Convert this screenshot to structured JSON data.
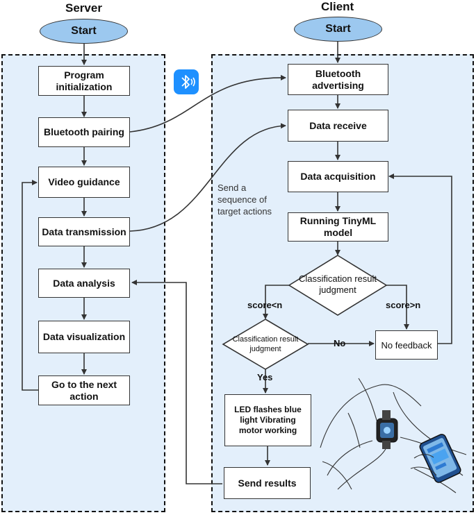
{
  "server": {
    "title": "Server",
    "start": "Start",
    "steps": [
      "Program initialization",
      "Bluetooth pairing",
      "Video guidance",
      "Data transmission",
      "Data analysis",
      "Data visualization",
      "Go to the next action"
    ]
  },
  "client": {
    "title": "Client",
    "start": "Start",
    "steps": [
      "Bluetooth advertising",
      "Data receive",
      "Data acquisition",
      "Running TinyML model"
    ],
    "decision1": "Classification result judgment",
    "decision2": "Classification result judgment",
    "score_lt": "score<n",
    "score_gt": "score>n",
    "no_label": "No",
    "yes_label": "Yes",
    "no_feedback": "No feedback",
    "led_box": "LED flashes blue light Vibrating motor working",
    "send_results": "Send results"
  },
  "send_sequence_note": "Send a sequence of target actions",
  "icons": {
    "bluetooth": "bluetooth-icon",
    "illustration": "hand-watch-phone-illustration"
  },
  "colors": {
    "panel": "#e3effb",
    "start_oval": "#9cc8ef",
    "bluetooth_badge": "#1e90ff"
  }
}
